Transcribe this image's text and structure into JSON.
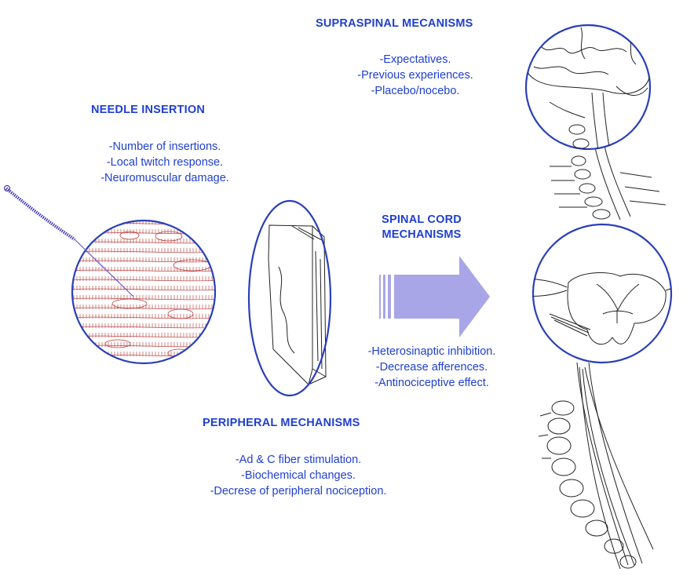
{
  "supraspinal": {
    "heading": "SUPRASPINAL MECANISMS",
    "items": [
      "-Expectatives.",
      "-Previous experiences.",
      "-Placebo/nocebo."
    ]
  },
  "needle": {
    "heading": "NEEDLE INSERTION",
    "items": [
      "-Number of insertions.",
      "-Local twitch response.",
      "-Neuromuscular damage."
    ]
  },
  "spinal": {
    "heading_line1": "SPINAL CORD",
    "heading_line2": "MECHANISMS",
    "items": [
      "-Heterosinaptic inhibition.",
      "-Decrease afferences.",
      "-Antinociceptive effect."
    ]
  },
  "peripheral": {
    "heading": "PERIPHERAL MECHANISMS",
    "items": [
      "-Ad & C fiber stimulation.",
      "-Biochemical changes.",
      "-Decrese of peripheral nociception."
    ]
  },
  "colors": {
    "text": "#1f3fd0",
    "circle": "#2a3fb8",
    "arrow": "#a8a6e6",
    "muscle_lines": "#c0504d",
    "needle": "#6a5acd"
  }
}
